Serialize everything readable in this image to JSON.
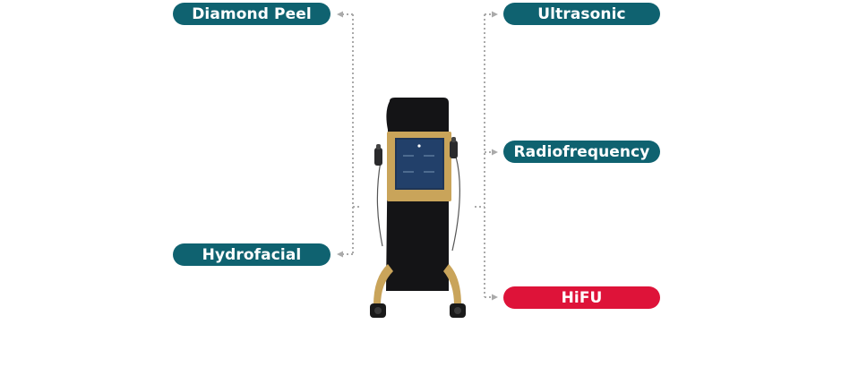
{
  "colors": {
    "teal": "#0f6270",
    "red": "#de1339",
    "connector": "#aaaaaa"
  },
  "features": {
    "diamond_peel": {
      "label": "Diamond Peel",
      "color": "#0f6270"
    },
    "hydrofacial": {
      "label": "Hydrofacial",
      "color": "#0f6270"
    },
    "ultrasonic": {
      "label": "Ultrasonic",
      "color": "#0f6270"
    },
    "radiofrequency": {
      "label": "Radiofrequency",
      "color": "#0f6270"
    },
    "hifu": {
      "label": "HiFU",
      "color": "#de1339"
    }
  },
  "device": {
    "image": "skincare-machine-product-image"
  }
}
